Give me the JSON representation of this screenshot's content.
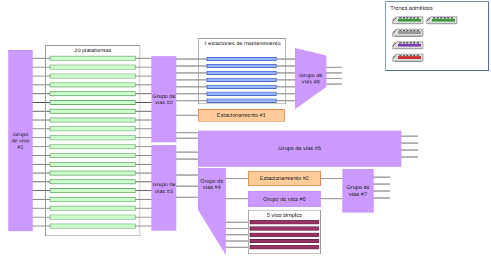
{
  "diagram": {
    "nodes": [
      {
        "text": [
          "Grupo de vías #1"
        ]
      },
      {
        "text": [
          "20 plataformas"
        ]
      },
      {
        "text": [
          "Grupo de vías #2"
        ]
      },
      {
        "text": [
          "7 estaciones de mantenimiento"
        ]
      },
      {
        "text": [
          "Grupo de vías #8"
        ]
      },
      {
        "text": [
          "Estacionamiento #1"
        ]
      },
      {
        "text": [
          "Grupo de vías #3"
        ]
      },
      {
        "text": [
          "Grupo de vías #5"
        ]
      },
      {
        "text": [
          "Grupo de vías #4"
        ]
      },
      {
        "text": [
          "Estacionamiento #2"
        ]
      },
      {
        "text": [
          "Grupo de vías #6"
        ]
      },
      {
        "text": [
          "Grupo de vías #7"
        ]
      },
      {
        "text": [
          "5 vías simples"
        ]
      },
      {
        "text": [
          "Trenes admitidos"
        ]
      }
    ],
    "edges": [
      {
        "from": 0,
        "to": 1,
        "arrow": "none"
      },
      {
        "from": 1,
        "to": 2,
        "arrow": "none"
      },
      {
        "from": 1,
        "to": 6,
        "arrow": "none"
      },
      {
        "from": 2,
        "to": 3,
        "arrow": "none"
      },
      {
        "from": 3,
        "to": 4,
        "arrow": "none"
      },
      {
        "from": 2,
        "to": 5,
        "arrow": "none"
      },
      {
        "from": 2,
        "to": 7,
        "arrow": "none"
      },
      {
        "from": 6,
        "to": 7,
        "arrow": "none"
      },
      {
        "from": 6,
        "to": 8,
        "arrow": "none"
      },
      {
        "from": 8,
        "to": 9,
        "arrow": "none"
      },
      {
        "from": 8,
        "to": 10,
        "arrow": "none"
      },
      {
        "from": 8,
        "to": 12,
        "arrow": "none"
      },
      {
        "from": 9,
        "to": 11,
        "arrow": "none"
      },
      {
        "from": 10,
        "to": 11,
        "arrow": "none"
      }
    ]
  }
}
